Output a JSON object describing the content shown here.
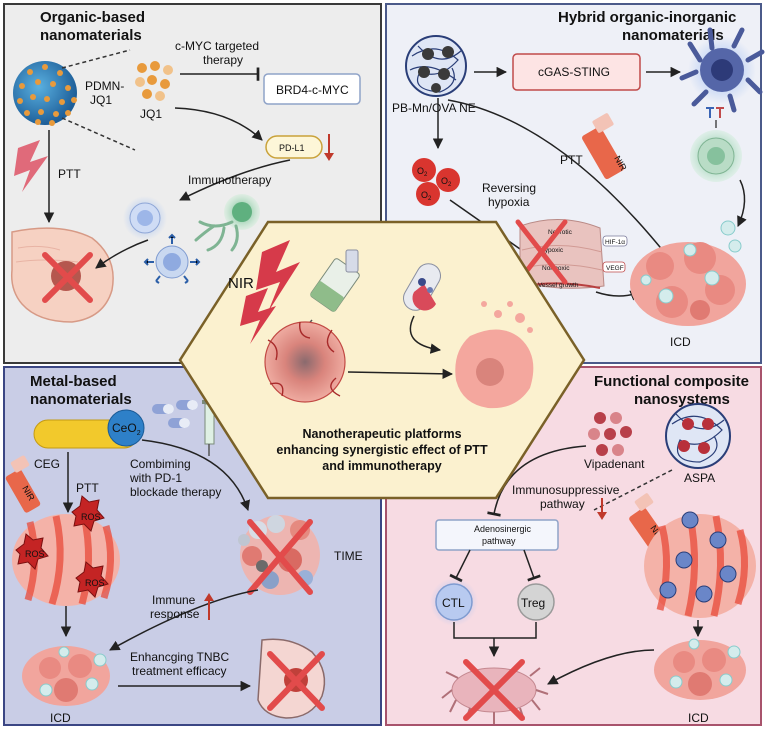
{
  "panels": {
    "organic": {
      "title_line1": "Organic-based",
      "title_line2": "nanomaterials",
      "pdmn_line1": "PDMN-",
      "pdmn_line2": "JQ1",
      "jq1": "JQ1",
      "cmyc_line1": "c-MYC targeted",
      "cmyc_line2": "therapy",
      "brd4": "BRD4-c-MYC",
      "pdl1": "PD-L1",
      "ptt": "PTT",
      "immunotherapy": "Immunotherapy"
    },
    "hybrid": {
      "title_line1": "Hybrid organic-inorganic",
      "title_line2": "nanomaterials",
      "pbmn": "PB-Mn/OVA NE",
      "cgas": "cGAS-STING",
      "nir": "NIR",
      "ptt": "PTT",
      "reversing_line1": "Reversing",
      "reversing_line2": "hypoxia",
      "o2": "O",
      "o2_sub": "2",
      "necrotic": "Necrotic",
      "hypoxic": "Hypoxic",
      "normoxic": "Normoxic",
      "vessel": "Vessel growth",
      "hif": "HIF-1α",
      "vegf": "VEGF",
      "icd": "ICD"
    },
    "metal": {
      "title_line1": "Metal-based",
      "title_line2": "nanomaterials",
      "ceo2": "CeO",
      "ceo2_sub": "2",
      "ceg": "CEG",
      "nir": "NIR",
      "ptt": "PTT",
      "ros": "ROS",
      "combining_line1": "Combiming",
      "combining_line2": "with PD-1",
      "combining_line3": "blockade therapy",
      "time": "TIME",
      "immune_line1": "Immune",
      "immune_line2": "response",
      "enhancing_line1": "Enhancging TNBC",
      "enhancing_line2": "treatment efficacy",
      "icd": "ICD"
    },
    "functional": {
      "title_line1": "Functional composite",
      "title_line2": "nanosystems",
      "vipadenant": "Vipadenant",
      "aspa": "ASPA",
      "immunosuppressive_line1": "Immunosuppressive",
      "immunosuppressive_line2": "pathway",
      "adenosinergic_line1": "Adenosinergic",
      "adenosinergic_line2": "pathway",
      "nir": "NIRII",
      "ctl": "CTL",
      "treg": "Treg",
      "icd": "ICD"
    }
  },
  "center": {
    "nir": "NIR",
    "caption_line1": "Nanotherapeutic platforms",
    "caption_line2": "enhancing synergistic effect of PTT",
    "caption_line3": "and immunotherapy"
  },
  "colors": {
    "organic_bg": "#ededed",
    "hybrid_bg": "#eef0f7",
    "metal_bg": "#c9cde6",
    "functional_bg": "#f7dbe3",
    "center_fill": "#fbf1cf",
    "center_border": "#7a6128",
    "nir_red": "#d63a4a",
    "tumor_pink": "#f29a93",
    "arrow_down_red": "#c0392b",
    "arrow_up_red": "#c0392b"
  }
}
